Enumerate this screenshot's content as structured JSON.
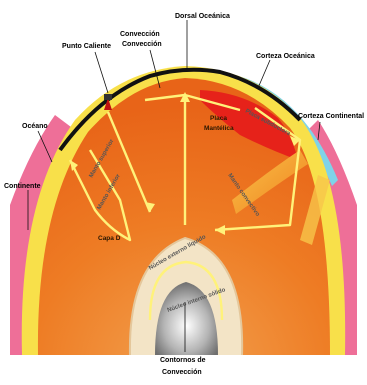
{
  "labels": {
    "dorsal_oceanica": "Dorsal Oceánica",
    "convection_top": "Convección",
    "convection_bottom": "Convección",
    "punto_caliente": "Punto Caliente",
    "corteza_oceanica": "Corteza Oceánica",
    "oceano": "Océano",
    "corteza_continental": "Corteza Continental",
    "continente": "Continente",
    "placa_line1": "Placa",
    "placa_line2": "Mantélica",
    "capa": "Capa D",
    "contornos_line1": "Contornos de",
    "contornos_line2": "Convección",
    "slab_text": "Placa subductora",
    "mantle_left_text": "Manto superior",
    "mantle_left_text2": "Manto inferior",
    "mantle_right_text": "Manto convectivo",
    "outer_core_text": "Núcleo externo líquido",
    "inner_core_text": "Núcleo interno sólido"
  },
  "colors": {
    "mantle_outer": "#f07a1c",
    "mantle_inner": "#e8892e",
    "crust_yellow": "#f8e04a",
    "ocean": "#7fd3e8",
    "continent": "#ee6f98",
    "outer_core": "#f3e4c6",
    "inner_core": "#9a9a9a",
    "hot_red": "#e51b1b",
    "arrow": "#fff27a"
  }
}
